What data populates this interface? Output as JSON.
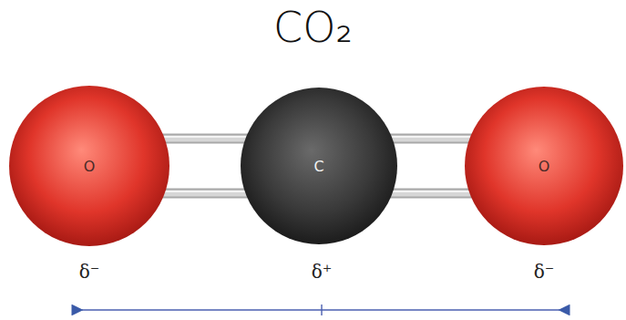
{
  "diagram": {
    "title": "CO₂",
    "nodes": [
      {
        "text": [
          "O"
        ]
      },
      {
        "text": [
          "C"
        ]
      },
      {
        "text": [
          "O"
        ]
      }
    ],
    "edges": [
      {
        "from": 0,
        "to": 1,
        "arrow": "none"
      },
      {
        "from": 1,
        "to": 2,
        "arrow": "none"
      }
    ],
    "labels": [
      "δ⁻",
      "δ⁺",
      "δ⁻"
    ]
  }
}
